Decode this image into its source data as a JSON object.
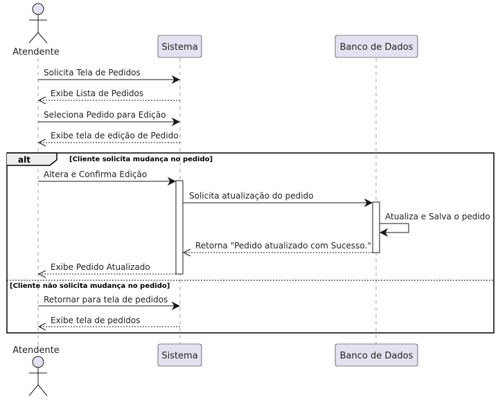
{
  "participants": {
    "atendente": "Atendente",
    "sistema": "Sistema",
    "banco": "Banco de Dados"
  },
  "messages": [
    "Solicita Tela de Pedidos",
    "Exibe Lista de Pedidos",
    "Seleciona Pedido para Edição",
    "Exibe tela de edição de Pedido",
    "Altera e Confirma Edição",
    "Solicita atualização do pedido",
    "Atualiza e Salva o pedido",
    "Retorna \"Pedido atualizado com Sucesso.\"",
    "Exibe Pedido Atualizado",
    "Retornar para tela de pedidos",
    "Exibe tela de pedidos"
  ],
  "alt_fragment": {
    "keyword": "alt",
    "guard_1": "[Cliente solicita mudança no pedido]",
    "guard_2": "[Cliente não solicita mudança no pedido]"
  },
  "colors": {
    "participant_fill": "#e2e2f0",
    "line": "#181818",
    "lifeline": "#a0a0a0"
  }
}
